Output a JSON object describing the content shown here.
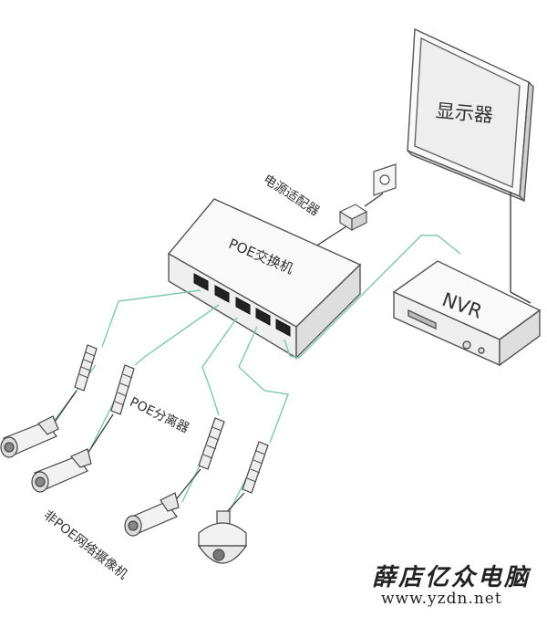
{
  "labels": {
    "monitor": "显示器",
    "power_adapter": "电源适配器",
    "poe_switch": "POE交换机",
    "nvr": "NVR",
    "poe_splitter": "POE分离器",
    "non_poe_cameras": "非POE网络摄像机"
  },
  "watermark": {
    "name": "薛店亿众电脑",
    "url": "www.yzdn.net"
  },
  "colors": {
    "cable": "#7ec8b0",
    "outline": "#555555",
    "device_fill": "#f7f7f7"
  }
}
